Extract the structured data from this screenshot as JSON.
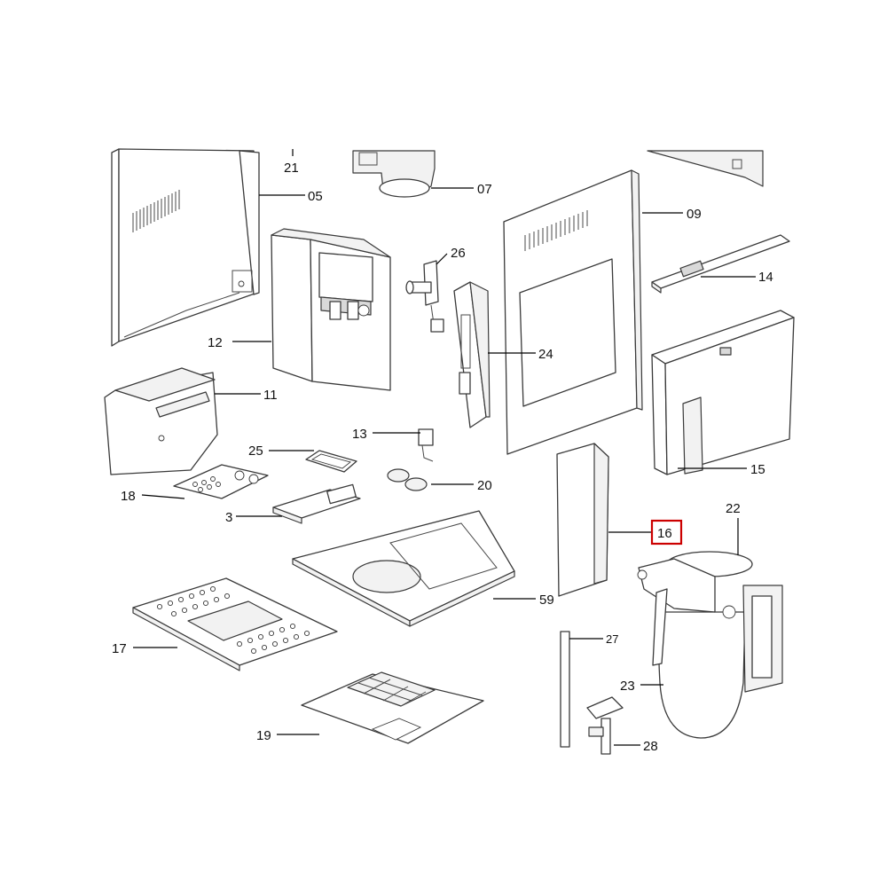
{
  "diagram": {
    "callouts": {
      "c03": "3",
      "c05": "05",
      "c07": "07",
      "c09": "09",
      "c11": "11",
      "c12": "12",
      "c13": "13",
      "c14": "14",
      "c15": "15",
      "c16": "16",
      "c17": "17",
      "c18": "18",
      "c19": "19",
      "c20": "20",
      "c21": "21",
      "c22": "22",
      "c23": "23",
      "c24": "24",
      "c25": "25",
      "c26": "26",
      "c27": "27",
      "c28": "28",
      "c59": "59"
    },
    "highlighted_callout": "16",
    "highlight_color": "#cc0000"
  }
}
